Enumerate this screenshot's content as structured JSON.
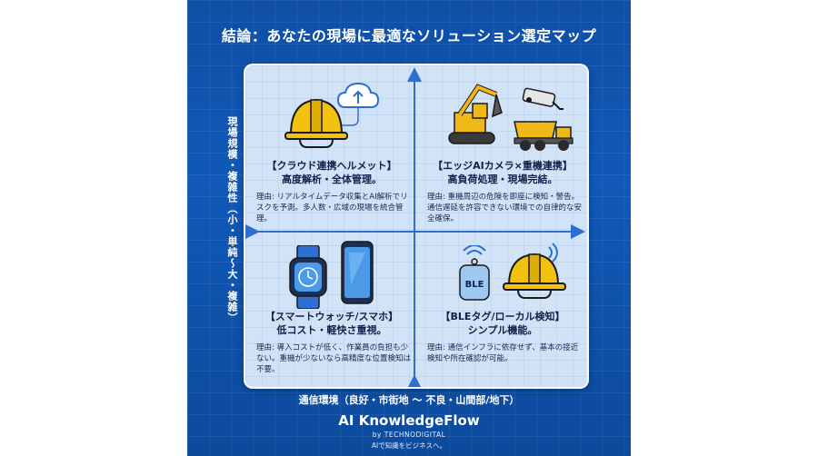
{
  "title": "結論：あなたの現場に最適なソリューション選定マップ",
  "y_axis_label": "現場規模・複雑性（小・単純〜大・複雑）",
  "x_axis_label": "通信環境（良好・市街地 〜 不良・山間部/地下）",
  "quadrants": {
    "top_left": {
      "title": "【クラウド連携ヘルメット】",
      "subtitle": "高度解析・全体管理。",
      "description": "理由: リアルタイムデータ収集とAI解析でリスクを予測。多人数・広域の現場を統合管理。",
      "icons": [
        "cloud-icon",
        "helmet-icon"
      ]
    },
    "top_right": {
      "title": "【エッジAIカメラ×重機連携】",
      "subtitle": "高負荷処理・現場完結。",
      "description": "理由: 重機周辺の危険を即座に検知・警告。通信遅延を許容できない環境での自律的な安全確保。",
      "icons": [
        "excavator-icon",
        "security-camera-icon",
        "dump-truck-icon"
      ]
    },
    "bottom_left": {
      "title": "【スマートウォッチ/スマホ】",
      "subtitle": "低コスト・軽快さ重視。",
      "description": "理由: 導入コストが低く、作業員の負担も少ない。重機が少ないなら高精度な位置検知は不要。",
      "icons": [
        "smartwatch-icon",
        "smartphone-icon"
      ]
    },
    "bottom_right": {
      "title": "【BLEタグ/ローカル検知】",
      "subtitle": "シンプル機能。",
      "description": "理由: 通信インフラに依存せず、基本の接近検知や所在確認が可能。",
      "icons": [
        "ble-tag-icon",
        "helmet-icon"
      ],
      "tag_label": "BLE"
    }
  },
  "branding": {
    "name": "AI KnowledgeFlow",
    "by": "by TECHNODIGITAL",
    "tagline": "AIで知識をビジネスへ。"
  },
  "colors": {
    "background_blue": "#0f4fa6",
    "axis_blue": "#2d6fd0",
    "helmet_yellow": "#f2c20f",
    "machine_yellow": "#f0b816",
    "device_blue": "#2f6fd3",
    "text_dark": "#10204a"
  }
}
